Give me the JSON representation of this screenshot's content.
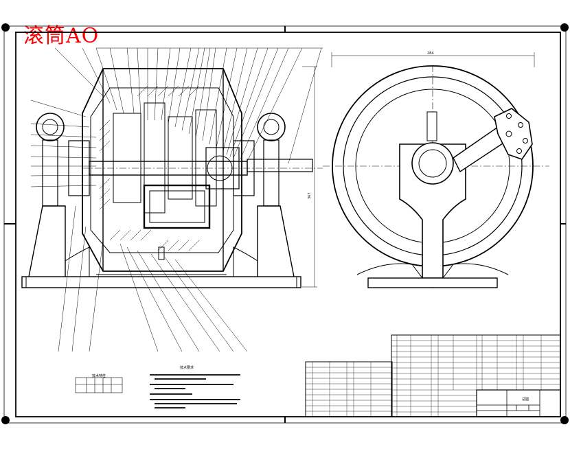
{
  "drawing": {
    "watermark_title": "滚筒AO",
    "width_dimension": "284",
    "height_dimension": "367"
  },
  "notes": {
    "tech_requirements_title": "技术要求",
    "spec_table_title": "技术特性"
  },
  "title_block": {
    "part_name": "总图"
  }
}
